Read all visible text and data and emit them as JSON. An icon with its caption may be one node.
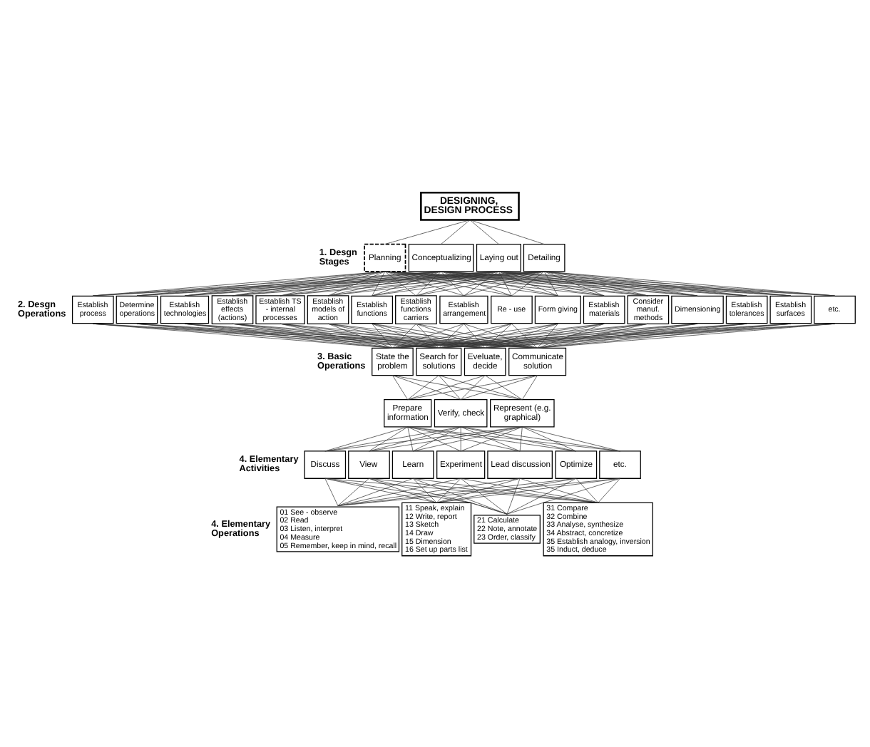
{
  "diagram": {
    "nodes": [
      {
        "text": [
          "DESIGNING, DESIGN PROCESS"
        ]
      },
      {
        "text": [
          "Planning"
        ]
      },
      {
        "text": [
          "Conceptualizing"
        ]
      },
      {
        "text": [
          "Laying out"
        ]
      },
      {
        "text": [
          "Detailing"
        ]
      },
      {
        "text": [
          "Establish process"
        ]
      },
      {
        "text": [
          "Determine operations"
        ]
      },
      {
        "text": [
          "Establish technologies"
        ]
      },
      {
        "text": [
          "Establish effects (actions)"
        ]
      },
      {
        "text": [
          "Establish TS - internal processes"
        ]
      },
      {
        "text": [
          "Establish models of action"
        ]
      },
      {
        "text": [
          "Establish functions"
        ]
      },
      {
        "text": [
          "Establish functions carriers"
        ]
      },
      {
        "text": [
          "Establish arrangement"
        ]
      },
      {
        "text": [
          "Re - use"
        ]
      },
      {
        "text": [
          "Form giving"
        ]
      },
      {
        "text": [
          "Establish materials"
        ]
      },
      {
        "text": [
          "Consider manuf. methods"
        ]
      },
      {
        "text": [
          "Dimensioning"
        ]
      },
      {
        "text": [
          "Establish tolerances"
        ]
      },
      {
        "text": [
          "Establish surfaces"
        ]
      },
      {
        "text": [
          "etc."
        ]
      },
      {
        "text": [
          "State the problem"
        ]
      },
      {
        "text": [
          "Search for solutions"
        ]
      },
      {
        "text": [
          "Eveluate, decide"
        ]
      },
      {
        "text": [
          "Communicate solution"
        ]
      },
      {
        "text": [
          "Prepare information"
        ]
      },
      {
        "text": [
          "Verify, check"
        ]
      },
      {
        "text": [
          "Represent (e.g. graphical)"
        ]
      },
      {
        "text": [
          "Discuss"
        ]
      },
      {
        "text": [
          "View"
        ]
      },
      {
        "text": [
          "Learn"
        ]
      },
      {
        "text": [
          "Experiment"
        ]
      },
      {
        "text": [
          "Lead discussion"
        ]
      },
      {
        "text": [
          "Optimize"
        ]
      },
      {
        "text": [
          "etc."
        ]
      },
      {
        "text": [
          "01 See - observe",
          "02 Read",
          "03 Listen, interpret",
          "04 Measure",
          "05 Remember, keep in mind, recall"
        ]
      },
      {
        "text": [
          "11 Speak, explain",
          "12 Write, report",
          "13 Sketch",
          "14 Draw",
          "15 Dimension",
          "16 Set up parts list"
        ]
      },
      {
        "text": [
          "21 Calculate",
          "22 Note, annotate",
          "23 Order, classify"
        ]
      },
      {
        "text": [
          "31 Compare",
          "32 Combine",
          "33 Analyse, synthesize",
          "34 Abstract, concretize",
          "35 Establish analogy, inversion",
          "35 Induct, deduce"
        ]
      }
    ],
    "edges": [
      {
        "from": 0,
        "to": 1,
        "arrow": "none"
      },
      {
        "from": 0,
        "to": 2,
        "arrow": "none"
      },
      {
        "from": 0,
        "to": 3,
        "arrow": "none"
      },
      {
        "from": 0,
        "to": 4,
        "arrow": "none"
      },
      {
        "from": 1,
        "to": 5,
        "arrow": "none"
      },
      {
        "from": 1,
        "to": 6,
        "arrow": "none"
      },
      {
        "from": 1,
        "to": 7,
        "arrow": "none"
      },
      {
        "from": 1,
        "to": 8,
        "arrow": "none"
      },
      {
        "from": 1,
        "to": 9,
        "arrow": "none"
      },
      {
        "from": 1,
        "to": 10,
        "arrow": "none"
      },
      {
        "from": 1,
        "to": 11,
        "arrow": "none"
      },
      {
        "from": 1,
        "to": 12,
        "arrow": "none"
      },
      {
        "from": 1,
        "to": 13,
        "arrow": "none"
      },
      {
        "from": 1,
        "to": 14,
        "arrow": "none"
      },
      {
        "from": 1,
        "to": 15,
        "arrow": "none"
      },
      {
        "from": 1,
        "to": 16,
        "arrow": "none"
      },
      {
        "from": 1,
        "to": 17,
        "arrow": "none"
      },
      {
        "from": 1,
        "to": 18,
        "arrow": "none"
      },
      {
        "from": 1,
        "to": 19,
        "arrow": "none"
      },
      {
        "from": 1,
        "to": 20,
        "arrow": "none"
      },
      {
        "from": 1,
        "to": 21,
        "arrow": "none"
      },
      {
        "from": 2,
        "to": 5,
        "arrow": "none"
      },
      {
        "from": 2,
        "to": 6,
        "arrow": "none"
      },
      {
        "from": 2,
        "to": 7,
        "arrow": "none"
      },
      {
        "from": 2,
        "to": 8,
        "arrow": "none"
      },
      {
        "from": 2,
        "to": 9,
        "arrow": "none"
      },
      {
        "from": 2,
        "to": 10,
        "arrow": "none"
      },
      {
        "from": 2,
        "to": 11,
        "arrow": "none"
      },
      {
        "from": 2,
        "to": 12,
        "arrow": "none"
      },
      {
        "from": 2,
        "to": 13,
        "arrow": "none"
      },
      {
        "from": 2,
        "to": 14,
        "arrow": "none"
      },
      {
        "from": 2,
        "to": 15,
        "arrow": "none"
      },
      {
        "from": 2,
        "to": 16,
        "arrow": "none"
      },
      {
        "from": 2,
        "to": 17,
        "arrow": "none"
      },
      {
        "from": 2,
        "to": 18,
        "arrow": "none"
      },
      {
        "from": 2,
        "to": 19,
        "arrow": "none"
      },
      {
        "from": 2,
        "to": 20,
        "arrow": "none"
      },
      {
        "from": 2,
        "to": 21,
        "arrow": "none"
      },
      {
        "from": 3,
        "to": 5,
        "arrow": "none"
      },
      {
        "from": 3,
        "to": 6,
        "arrow": "none"
      },
      {
        "from": 3,
        "to": 7,
        "arrow": "none"
      },
      {
        "from": 3,
        "to": 8,
        "arrow": "none"
      },
      {
        "from": 3,
        "to": 9,
        "arrow": "none"
      },
      {
        "from": 3,
        "to": 10,
        "arrow": "none"
      },
      {
        "from": 3,
        "to": 11,
        "arrow": "none"
      },
      {
        "from": 3,
        "to": 12,
        "arrow": "none"
      },
      {
        "from": 3,
        "to": 13,
        "arrow": "none"
      },
      {
        "from": 3,
        "to": 14,
        "arrow": "none"
      },
      {
        "from": 3,
        "to": 15,
        "arrow": "none"
      },
      {
        "from": 3,
        "to": 16,
        "arrow": "none"
      },
      {
        "from": 3,
        "to": 17,
        "arrow": "none"
      },
      {
        "from": 3,
        "to": 18,
        "arrow": "none"
      },
      {
        "from": 3,
        "to": 19,
        "arrow": "none"
      },
      {
        "from": 3,
        "to": 20,
        "arrow": "none"
      },
      {
        "from": 3,
        "to": 21,
        "arrow": "none"
      },
      {
        "from": 4,
        "to": 5,
        "arrow": "none"
      },
      {
        "from": 4,
        "to": 6,
        "arrow": "none"
      },
      {
        "from": 4,
        "to": 7,
        "arrow": "none"
      },
      {
        "from": 4,
        "to": 8,
        "arrow": "none"
      },
      {
        "from": 4,
        "to": 9,
        "arrow": "none"
      },
      {
        "from": 4,
        "to": 10,
        "arrow": "none"
      },
      {
        "from": 4,
        "to": 11,
        "arrow": "none"
      },
      {
        "from": 4,
        "to": 12,
        "arrow": "none"
      },
      {
        "from": 4,
        "to": 13,
        "arrow": "none"
      },
      {
        "from": 4,
        "to": 14,
        "arrow": "none"
      },
      {
        "from": 4,
        "to": 15,
        "arrow": "none"
      },
      {
        "from": 4,
        "to": 16,
        "arrow": "none"
      },
      {
        "from": 4,
        "to": 17,
        "arrow": "none"
      },
      {
        "from": 4,
        "to": 18,
        "arrow": "none"
      },
      {
        "from": 4,
        "to": 19,
        "arrow": "none"
      },
      {
        "from": 4,
        "to": 20,
        "arrow": "none"
      },
      {
        "from": 4,
        "to": 21,
        "arrow": "none"
      },
      {
        "from": 5,
        "to": 22,
        "arrow": "none"
      },
      {
        "from": 5,
        "to": 23,
        "arrow": "none"
      },
      {
        "from": 5,
        "to": 24,
        "arrow": "none"
      },
      {
        "from": 5,
        "to": 25,
        "arrow": "none"
      },
      {
        "from": 6,
        "to": 22,
        "arrow": "none"
      },
      {
        "from": 6,
        "to": 23,
        "arrow": "none"
      },
      {
        "from": 6,
        "to": 24,
        "arrow": "none"
      },
      {
        "from": 6,
        "to": 25,
        "arrow": "none"
      },
      {
        "from": 7,
        "to": 22,
        "arrow": "none"
      },
      {
        "from": 7,
        "to": 23,
        "arrow": "none"
      },
      {
        "from": 7,
        "to": 24,
        "arrow": "none"
      },
      {
        "from": 7,
        "to": 25,
        "arrow": "none"
      },
      {
        "from": 8,
        "to": 22,
        "arrow": "none"
      },
      {
        "from": 8,
        "to": 23,
        "arrow": "none"
      },
      {
        "from": 8,
        "to": 24,
        "arrow": "none"
      },
      {
        "from": 8,
        "to": 25,
        "arrow": "none"
      },
      {
        "from": 9,
        "to": 22,
        "arrow": "none"
      },
      {
        "from": 9,
        "to": 23,
        "arrow": "none"
      },
      {
        "from": 9,
        "to": 24,
        "arrow": "none"
      },
      {
        "from": 9,
        "to": 25,
        "arrow": "none"
      },
      {
        "from": 10,
        "to": 22,
        "arrow": "none"
      },
      {
        "from": 10,
        "to": 23,
        "arrow": "none"
      },
      {
        "from": 10,
        "to": 24,
        "arrow": "none"
      },
      {
        "from": 10,
        "to": 25,
        "arrow": "none"
      },
      {
        "from": 11,
        "to": 22,
        "arrow": "none"
      },
      {
        "from": 11,
        "to": 23,
        "arrow": "none"
      },
      {
        "from": 11,
        "to": 24,
        "arrow": "none"
      },
      {
        "from": 11,
        "to": 25,
        "arrow": "none"
      },
      {
        "from": 12,
        "to": 22,
        "arrow": "none"
      },
      {
        "from": 12,
        "to": 23,
        "arrow": "none"
      },
      {
        "from": 12,
        "to": 24,
        "arrow": "none"
      },
      {
        "from": 12,
        "to": 25,
        "arrow": "none"
      },
      {
        "from": 13,
        "to": 22,
        "arrow": "none"
      },
      {
        "from": 13,
        "to": 23,
        "arrow": "none"
      },
      {
        "from": 13,
        "to": 24,
        "arrow": "none"
      },
      {
        "from": 13,
        "to": 25,
        "arrow": "none"
      },
      {
        "from": 14,
        "to": 22,
        "arrow": "none"
      },
      {
        "from": 14,
        "to": 23,
        "arrow": "none"
      },
      {
        "from": 14,
        "to": 24,
        "arrow": "none"
      },
      {
        "from": 14,
        "to": 25,
        "arrow": "none"
      },
      {
        "from": 15,
        "to": 22,
        "arrow": "none"
      },
      {
        "from": 15,
        "to": 23,
        "arrow": "none"
      },
      {
        "from": 15,
        "to": 24,
        "arrow": "none"
      },
      {
        "from": 15,
        "to": 25,
        "arrow": "none"
      },
      {
        "from": 16,
        "to": 22,
        "arrow": "none"
      },
      {
        "from": 16,
        "to": 23,
        "arrow": "none"
      },
      {
        "from": 16,
        "to": 24,
        "arrow": "none"
      },
      {
        "from": 16,
        "to": 25,
        "arrow": "none"
      },
      {
        "from": 17,
        "to": 22,
        "arrow": "none"
      },
      {
        "from": 17,
        "to": 23,
        "arrow": "none"
      },
      {
        "from": 17,
        "to": 24,
        "arrow": "none"
      },
      {
        "from": 17,
        "to": 25,
        "arrow": "none"
      },
      {
        "from": 18,
        "to": 22,
        "arrow": "none"
      },
      {
        "from": 18,
        "to": 23,
        "arrow": "none"
      },
      {
        "from": 18,
        "to": 24,
        "arrow": "none"
      },
      {
        "from": 18,
        "to": 25,
        "arrow": "none"
      },
      {
        "from": 19,
        "to": 22,
        "arrow": "none"
      },
      {
        "from": 19,
        "to": 23,
        "arrow": "none"
      },
      {
        "from": 19,
        "to": 24,
        "arrow": "none"
      },
      {
        "from": 19,
        "to": 25,
        "arrow": "none"
      },
      {
        "from": 20,
        "to": 22,
        "arrow": "none"
      },
      {
        "from": 20,
        "to": 23,
        "arrow": "none"
      },
      {
        "from": 20,
        "to": 24,
        "arrow": "none"
      },
      {
        "from": 20,
        "to": 25,
        "arrow": "none"
      },
      {
        "from": 21,
        "to": 22,
        "arrow": "none"
      },
      {
        "from": 21,
        "to": 23,
        "arrow": "none"
      },
      {
        "from": 21,
        "to": 24,
        "arrow": "none"
      },
      {
        "from": 21,
        "to": 25,
        "arrow": "none"
      },
      {
        "from": 22,
        "to": 26,
        "arrow": "none"
      },
      {
        "from": 22,
        "to": 27,
        "arrow": "none"
      },
      {
        "from": 22,
        "to": 28,
        "arrow": "none"
      },
      {
        "from": 23,
        "to": 26,
        "arrow": "none"
      },
      {
        "from": 23,
        "to": 27,
        "arrow": "none"
      },
      {
        "from": 23,
        "to": 28,
        "arrow": "none"
      },
      {
        "from": 24,
        "to": 26,
        "arrow": "none"
      },
      {
        "from": 24,
        "to": 27,
        "arrow": "none"
      },
      {
        "from": 24,
        "to": 28,
        "arrow": "none"
      },
      {
        "from": 25,
        "to": 26,
        "arrow": "none"
      },
      {
        "from": 25,
        "to": 27,
        "arrow": "none"
      },
      {
        "from": 25,
        "to": 28,
        "arrow": "none"
      },
      {
        "from": 26,
        "to": 29,
        "arrow": "none"
      },
      {
        "from": 26,
        "to": 30,
        "arrow": "none"
      },
      {
        "from": 26,
        "to": 31,
        "arrow": "none"
      },
      {
        "from": 26,
        "to": 32,
        "arrow": "none"
      },
      {
        "from": 26,
        "to": 33,
        "arrow": "none"
      },
      {
        "from": 26,
        "to": 34,
        "arrow": "none"
      },
      {
        "from": 26,
        "to": 35,
        "arrow": "none"
      },
      {
        "from": 27,
        "to": 29,
        "arrow": "none"
      },
      {
        "from": 27,
        "to": 30,
        "arrow": "none"
      },
      {
        "from": 27,
        "to": 31,
        "arrow": "none"
      },
      {
        "from": 27,
        "to": 32,
        "arrow": "none"
      },
      {
        "from": 27,
        "to": 33,
        "arrow": "none"
      },
      {
        "from": 27,
        "to": 34,
        "arrow": "none"
      },
      {
        "from": 27,
        "to": 35,
        "arrow": "none"
      },
      {
        "from": 28,
        "to": 29,
        "arrow": "none"
      },
      {
        "from": 28,
        "to": 30,
        "arrow": "none"
      },
      {
        "from": 28,
        "to": 31,
        "arrow": "none"
      },
      {
        "from": 28,
        "to": 32,
        "arrow": "none"
      },
      {
        "from": 28,
        "to": 33,
        "arrow": "none"
      },
      {
        "from": 28,
        "to": 34,
        "arrow": "none"
      },
      {
        "from": 28,
        "to": 35,
        "arrow": "none"
      },
      {
        "from": 29,
        "to": 36,
        "arrow": "none"
      },
      {
        "from": 29,
        "to": 37,
        "arrow": "none"
      },
      {
        "from": 29,
        "to": 38,
        "arrow": "none"
      },
      {
        "from": 29,
        "to": 39,
        "arrow": "none"
      },
      {
        "from": 30,
        "to": 36,
        "arrow": "none"
      },
      {
        "from": 30,
        "to": 37,
        "arrow": "none"
      },
      {
        "from": 30,
        "to": 38,
        "arrow": "none"
      },
      {
        "from": 30,
        "to": 39,
        "arrow": "none"
      },
      {
        "from": 31,
        "to": 36,
        "arrow": "none"
      },
      {
        "from": 31,
        "to": 37,
        "arrow": "none"
      },
      {
        "from": 31,
        "to": 38,
        "arrow": "none"
      },
      {
        "from": 31,
        "to": 39,
        "arrow": "none"
      },
      {
        "from": 32,
        "to": 36,
        "arrow": "none"
      },
      {
        "from": 32,
        "to": 37,
        "arrow": "none"
      },
      {
        "from": 32,
        "to": 38,
        "arrow": "none"
      },
      {
        "from": 32,
        "to": 39,
        "arrow": "none"
      },
      {
        "from": 33,
        "to": 36,
        "arrow": "none"
      },
      {
        "from": 33,
        "to": 37,
        "arrow": "none"
      },
      {
        "from": 33,
        "to": 38,
        "arrow": "none"
      },
      {
        "from": 33,
        "to": 39,
        "arrow": "none"
      },
      {
        "from": 34,
        "to": 36,
        "arrow": "none"
      },
      {
        "from": 34,
        "to": 37,
        "arrow": "none"
      },
      {
        "from": 34,
        "to": 38,
        "arrow": "none"
      },
      {
        "from": 34,
        "to": 39,
        "arrow": "none"
      },
      {
        "from": 35,
        "to": 36,
        "arrow": "none"
      },
      {
        "from": 35,
        "to": 37,
        "arrow": "none"
      },
      {
        "from": 35,
        "to": 38,
        "arrow": "none"
      },
      {
        "from": 35,
        "to": 39,
        "arrow": "none"
      }
    ],
    "labels": [
      "1. Desgn Stages",
      "2. Desgn Operations",
      "3. Basic Operations",
      "4. Elementary Activities",
      "4. Elementary Operations"
    ]
  }
}
